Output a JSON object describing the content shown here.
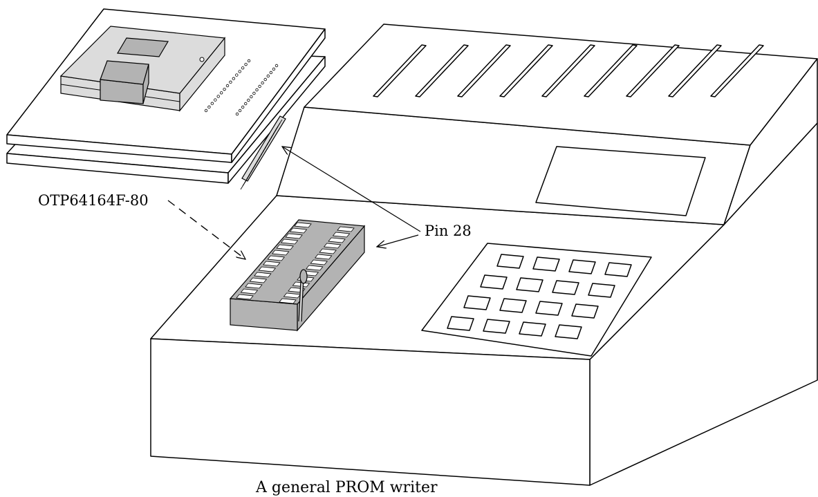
{
  "labels": {
    "device": "OTP64164F-80",
    "pin": "Pin 28",
    "caption": "A general PROM writer"
  },
  "counts": {
    "vent_slots": 9,
    "keypad_rows": 4,
    "keypad_cols": 4,
    "socket_pins_per_side": 14
  }
}
